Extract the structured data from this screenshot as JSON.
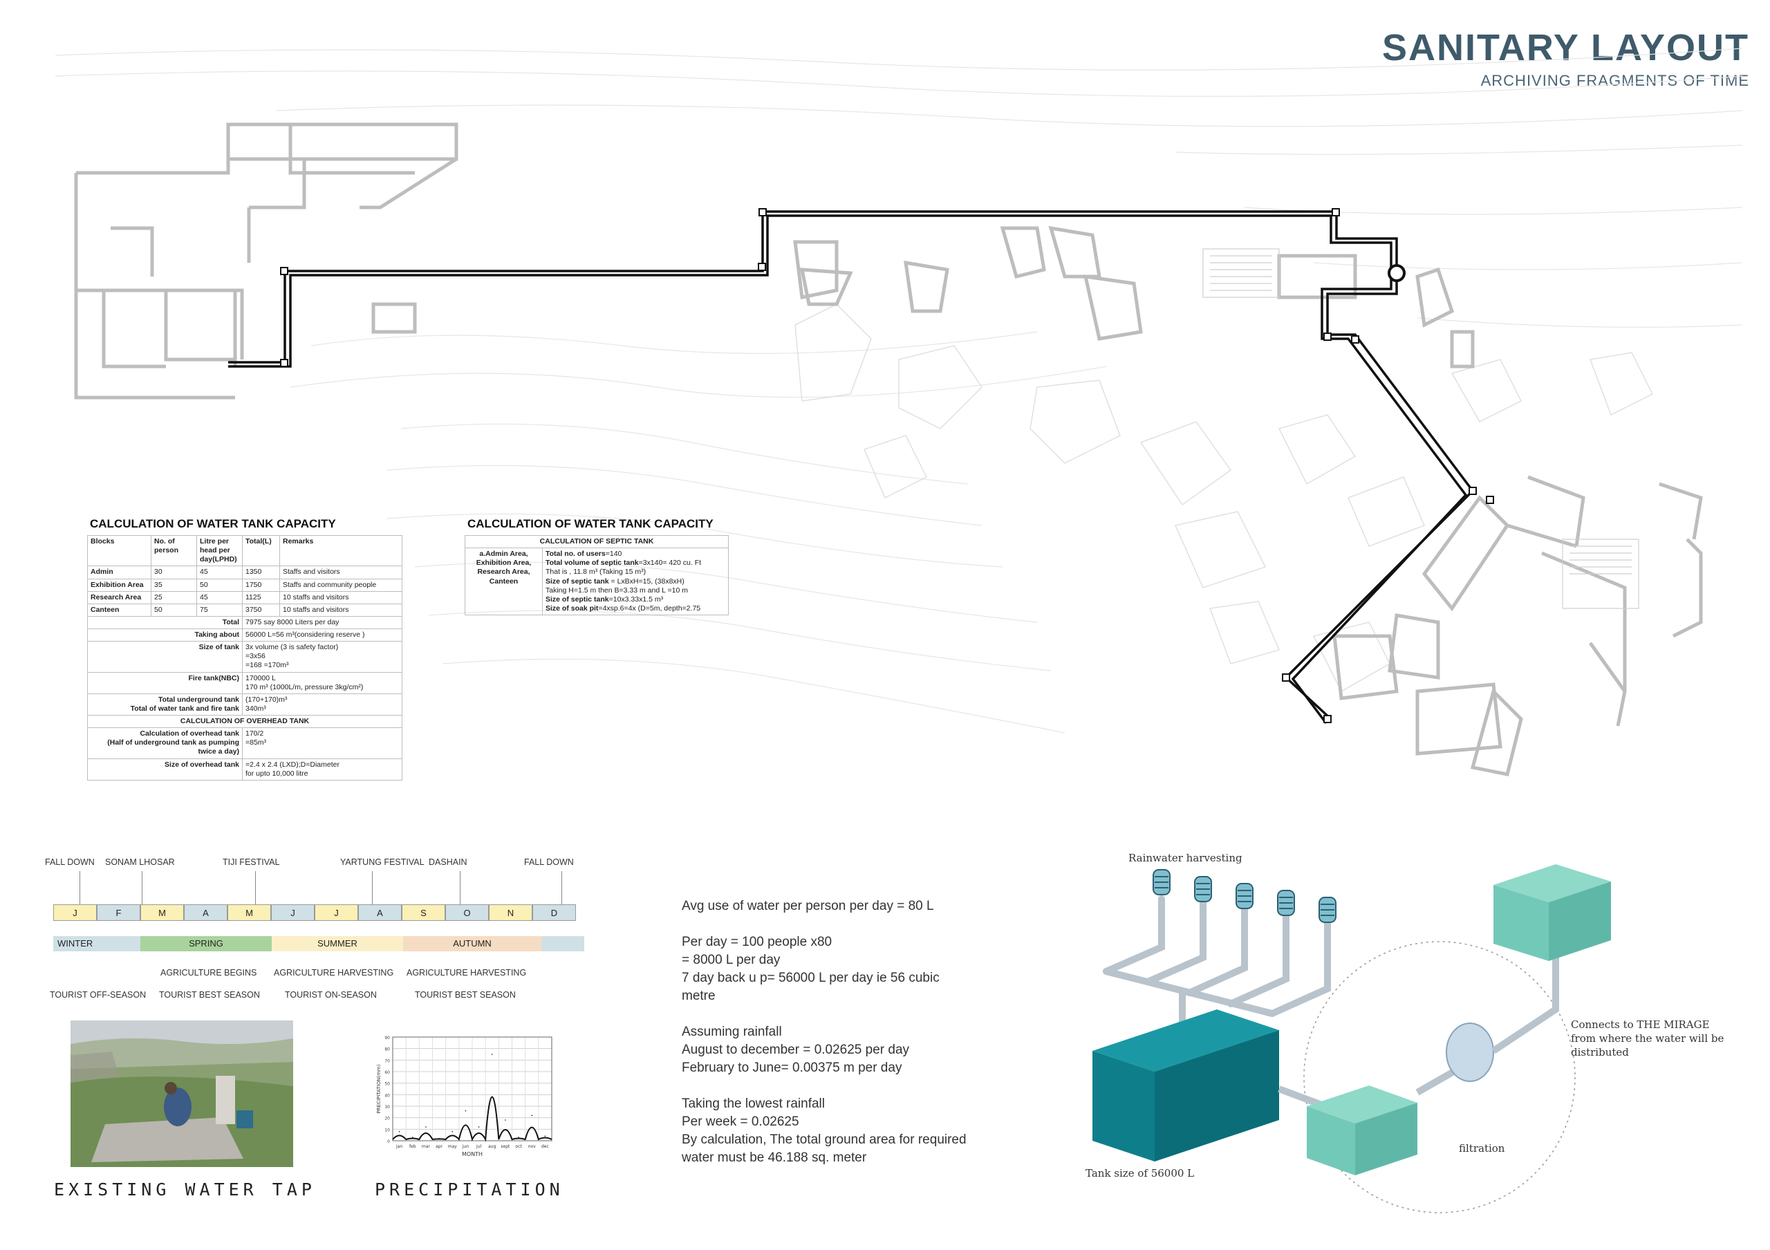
{
  "header": {
    "title": "SANITARY LAYOUT",
    "subtitle": "ARCHIVING FRAGMENTS OF TIME"
  },
  "colors": {
    "title": "#3f5b6b",
    "pipe": "#111111",
    "tank_dark": "#0f7f8a",
    "tank_light": "#6cc5b6",
    "winter": "#cfe0e6",
    "spring": "#a9d39c",
    "summer": "#fbefc7",
    "autumn": "#f6dcc2",
    "month_spring": "#fbf0b5"
  },
  "tank_table": {
    "title": "CALCULATION OF WATER TANK CAPACITY",
    "headers": [
      "Blocks",
      "No. of person",
      "Litre per head per day(LPHD)",
      "Total(L)",
      "Remarks"
    ],
    "rows": [
      [
        "Admin",
        "30",
        "45",
        "1350",
        "Staffs and visitors"
      ],
      [
        "Exhibition Area",
        "35",
        "50",
        "1750",
        "Staffs and community people"
      ],
      [
        "Research Area",
        "25",
        "45",
        "1125",
        "10 staffs and visitors"
      ],
      [
        "Canteen",
        "50",
        "75",
        "3750",
        "10 staffs and visitors"
      ]
    ],
    "summary": [
      {
        "label": "Total",
        "value": "7975 say 8000 Liters per day"
      },
      {
        "label": "Taking about",
        "value": "56000 L=56 m³(considering reserve )"
      },
      {
        "label": "Size of tank",
        "value": "3x volume (3 is safety factor)\n=3x56\n=168 =170m³"
      },
      {
        "label": "Fire tank(NBC)",
        "value": "170000 L\n170 m³ (1000L/m, pressure 3kg/cm²)"
      },
      {
        "label": "Total underground tank\nTotal of water tank and fire tank",
        "value": "(170+170)m³\n340m³"
      }
    ],
    "overhead_heading": "CALCULATION OF OVERHEAD TANK",
    "overhead": [
      {
        "label": "Calculation of overhead tank\n(Half of underground tank as pumping\ntwice a day)",
        "value": "170/2\n=85m³"
      },
      {
        "label": "Size of overhead tank",
        "value": "=2.4 x 2.4 (LXD);D=Diameter\nfor upto 10,000 litre"
      }
    ]
  },
  "septic_table": {
    "title": "CALCULATION OF WATER TANK CAPACITY",
    "heading": "CALCULATION OF SEPTIC TANK",
    "block": "a.Admin Area,\nExhibition Area,\nResearch Area,\nCanteen",
    "lines": [
      {
        "bold": "Total no. of users",
        "text": "=140"
      },
      {
        "bold": "Total volume of septic tank",
        "text": "=3x140= 420 cu. Ft\n   That is ,  11.8 m³ (Taking 15 m³)"
      },
      {
        "bold": "Size of septic tank",
        "text": " = LxBxH=15, (38x8xH)\nTaking H=1.5 m then B=3.33 m and L =10 m"
      },
      {
        "bold": "Size of septic tank",
        "text": "=10x3.33x1.5 m³"
      },
      {
        "bold": "Size of soak pit",
        "text": "=4xsp.6=4x (D=5m, depth=2.75"
      }
    ]
  },
  "calendar": {
    "events": [
      "FALL DOWN",
      "SONAM LHOSAR",
      "TIJI FESTIVAL",
      "YARTUNG FESTIVAL",
      "DASHAIN",
      "FALL DOWN"
    ],
    "months": [
      "J",
      "F",
      "M",
      "A",
      "M",
      "J",
      "J",
      "A",
      "S",
      "O",
      "N",
      "D"
    ],
    "seasons": [
      "WINTER",
      "SPRING",
      "SUMMER",
      "AUTUMN"
    ],
    "agriculture": [
      "AGRICULTURE BEGINS",
      "AGRICULTURE HARVESTING",
      "AGRICULTURE HARVESTING"
    ],
    "tourism": [
      "TOURIST OFF-SEASON",
      "TOURIST BEST SEASON",
      "TOURIST ON-SEASON",
      "TOURIST BEST SEASON"
    ]
  },
  "captions": {
    "water_tap": "EXISTING WATER TAP",
    "precipitation": "PRECIPITATION"
  },
  "chart_data": {
    "type": "line",
    "title": "",
    "xlabel": "MONTH",
    "ylabel": "PRECIPITATION(mm)",
    "categories": [
      "jan",
      "feb",
      "mar",
      "apr",
      "may",
      "jun",
      "jul",
      "aug",
      "sept",
      "oct",
      "nov",
      "dec"
    ],
    "values": [
      8,
      3,
      12,
      2,
      8,
      26,
      12,
      75,
      18,
      3,
      22,
      4
    ],
    "ylim": [
      0,
      90
    ],
    "yticks": [
      0,
      10,
      20,
      30,
      40,
      50,
      60,
      70,
      80,
      90
    ],
    "grid": true
  },
  "calculation_text": [
    "Avg use of water per person per day = 80 L",
    "",
    "Per day = 100 people x80",
    "= 8000 L per day",
    "7 day back u p= 56000 L per day ie 56 cubic",
    "metre",
    "",
    "Assuming rainfall",
    "August to december = 0.02625 per day",
    "February to June= 0.00375 m per day",
    "",
    "Taking the lowest rainfall",
    "Per week = 0.02625",
    "By calculation, The total ground area for required",
    "water must be 46.188 sq. meter"
  ],
  "diagram": {
    "rainwater": "Rainwater harvesting",
    "tank_size": "Tank size of 56000 L",
    "filtration": "filtration",
    "connects": "Connects to THE MIRAGE\nfrom where the water will be\ndistributed"
  }
}
